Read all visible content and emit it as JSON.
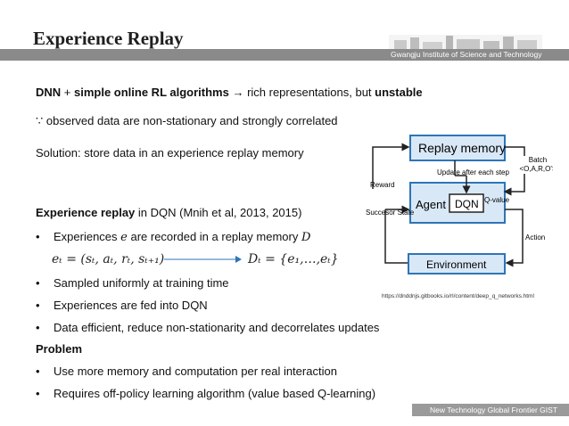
{
  "header": {
    "title": "Experience Replay",
    "institute": "Gwangju Institute of  Science and Technology"
  },
  "content": {
    "line1": {
      "bold1": "DNN",
      "plus": " + ",
      "bold2": "simple online RL algorithms",
      "rest": " → rich representations, but ",
      "bold3": "unstable"
    },
    "line2": {
      "symbol": "∵",
      "text": " observed data are non-stationary and strongly correlated"
    },
    "line3": "Solution: store data in an experience replay memory",
    "line4": {
      "bold": "Experience replay",
      "rest": " in DQN (Mnih et al, 2013, 2015)"
    },
    "bullets_a": [
      {
        "pre": "Experiences ",
        "math": "e",
        "mid": " are recorded in a replay memory ",
        "math2": "D"
      }
    ],
    "formula_left": "eₜ = (sₜ, aₜ, rₜ, sₜ₊₁)",
    "formula_right": "Dₜ = {e₁,…,eₜ}",
    "bullets_b": [
      "Sampled uniformly at training time",
      "Experiences are fed into DQN",
      "Data efficient, reduce non-stationarity and decorrelates updates"
    ],
    "problem_heading": "Problem",
    "bullets_c": [
      "Use more memory and computation per real interaction",
      "Requires off-policy learning algorithm (value based Q-learning)"
    ],
    "bullet_symbol": "•"
  },
  "diagram": {
    "replay_memory": "Replay memory",
    "batch": "Batch",
    "batch_tuple": "<O,A,R,O'>",
    "update": "Update after each step",
    "reward": "Reward",
    "agent": "Agent",
    "dqn": "DQN",
    "q_value": "Q-value",
    "successor_state": "Succesor State",
    "action": "Action",
    "environment": "Environment",
    "colors": {
      "box_border": "#2e75b6",
      "box_fill": "#d9e8f7",
      "arrow": "#222222"
    }
  },
  "source_url": "https://dnddnjs.gitbooks.io/rl/content/deep_q_networks.html",
  "footer": {
    "text": "New Technology Global Frontier GIST"
  }
}
